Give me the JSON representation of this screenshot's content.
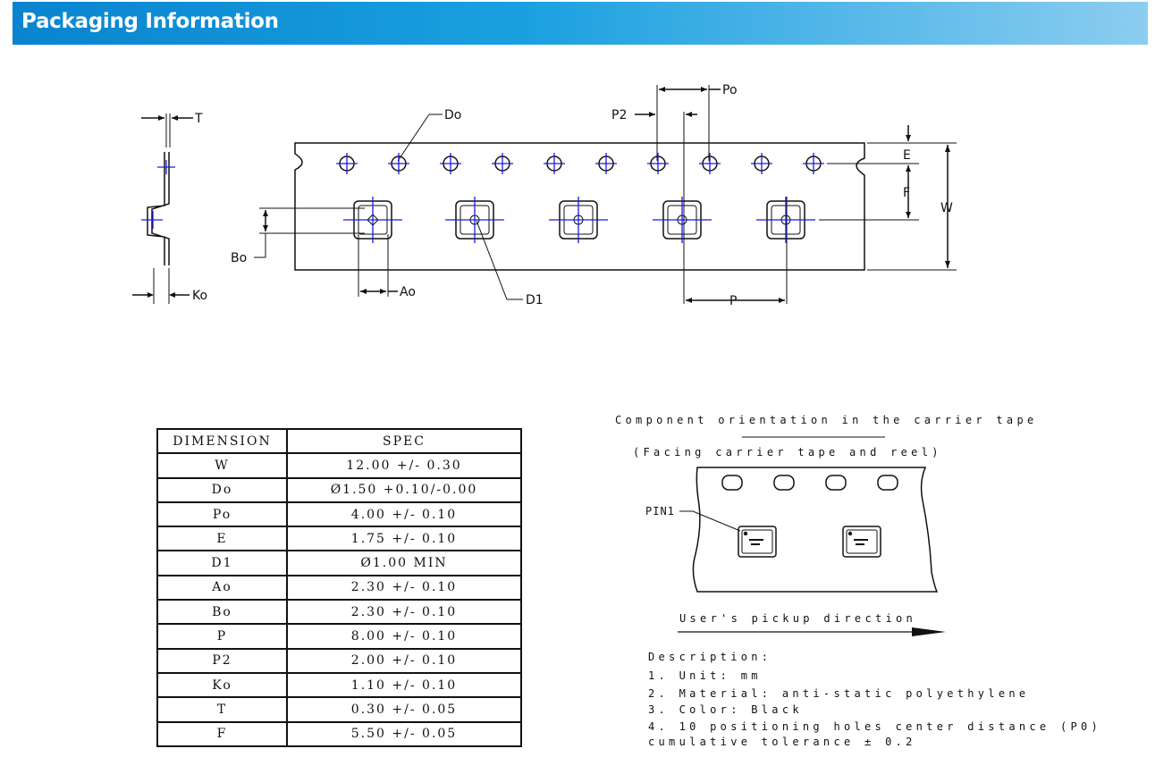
{
  "header": {
    "title": "Packaging Information"
  },
  "diagram_labels": {
    "T": "T",
    "Ko": "Ko",
    "Do": "Do",
    "P2": "P2",
    "Po": "Po",
    "E": "E",
    "F": "F",
    "W": "W",
    "Bo": "Bo",
    "Ao": "Ao",
    "D1": "D1",
    "P": "P"
  },
  "table": {
    "headers": [
      "DIMENSION",
      "SPEC"
    ],
    "rows": [
      [
        "W",
        "12.00 +/- 0.30"
      ],
      [
        "Do",
        "Ø1.50 +0.10/-0.00"
      ],
      [
        "Po",
        "4.00 +/- 0.10"
      ],
      [
        "E",
        "1.75 +/- 0.10"
      ],
      [
        "D1",
        "Ø1.00 MIN"
      ],
      [
        "Ao",
        "2.30 +/- 0.10"
      ],
      [
        "Bo",
        "2.30 +/- 0.10"
      ],
      [
        "P",
        "8.00 +/- 0.10"
      ],
      [
        "P2",
        "2.00 +/- 0.10"
      ],
      [
        "Ko",
        "1.10 +/- 0.10"
      ],
      [
        "T",
        "0.30 +/- 0.05"
      ],
      [
        "F",
        "5.50 +/- 0.05"
      ]
    ]
  },
  "orientation": {
    "title": "Component orientation in the carrier tape",
    "subtitle": "(Facing carrier tape and reel)",
    "pin_label": "PIN1",
    "pickup": "User's pickup direction"
  },
  "description": {
    "heading": "Description:",
    "lines": [
      "1. Unit: mm",
      "2. Material: anti-static polyethylene",
      "3. Color: Black",
      "4. 10 positioning holes center distance (P0)",
      "cumulative tolerance ± 0.2"
    ]
  },
  "colors": {
    "banner_start": "#0a84cf",
    "banner_end": "#8ccdf0",
    "centerline": "#1a1adf"
  }
}
